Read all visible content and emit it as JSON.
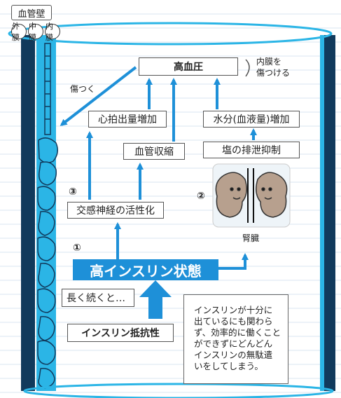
{
  "wall_label": "血管壁",
  "layers": [
    "外膜",
    "中膜",
    "内膜"
  ],
  "nodes": {
    "hypertension": "高血圧",
    "cardiac_output": "心拍出量増加",
    "vasoconstriction": "血管収縮",
    "water_increase": "水分(血液量)増加",
    "salt_inhibit": "塩の排泄抑制",
    "sympathetic": "交感神経の活性化",
    "hyperinsulin": "高インスリン状態",
    "long_continue": "長く続くと…",
    "resistance": "インスリン抵抗性"
  },
  "labels": {
    "damage_intima": [
      "内膜を",
      "傷つける"
    ],
    "hurt": "傷つく",
    "kidney": "腎臓"
  },
  "numbers": [
    "①",
    "②",
    "③"
  ],
  "note_lines": [
    "インスリンが十分に",
    "出ているにも関わら",
    "ず、効率的に働くこと",
    "ができずにどんどん",
    "インスリンの無駄遣",
    "いをしてしまう。"
  ],
  "colors": {
    "accent": "#1e90d8",
    "vessel_dark": "#113a5c",
    "vessel_light": "#2bb5e6",
    "grid": "#d9e6f2"
  }
}
